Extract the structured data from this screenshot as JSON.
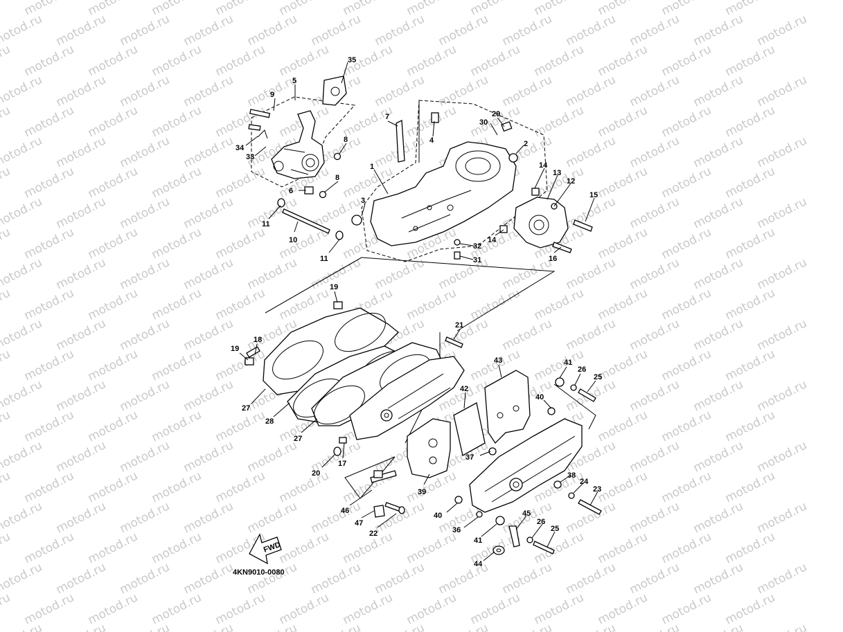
{
  "watermark": "motod.ru",
  "diagram_code": "4KN9010-0080",
  "fwd_label": "FWD",
  "callouts": {
    "c1": "1",
    "c2": "2",
    "c3": "3",
    "c4": "4",
    "c5": "5",
    "c6": "6",
    "c7": "7",
    "c8a": "8",
    "c8b": "8",
    "c9": "9",
    "c10": "10",
    "c11a": "11",
    "c11b": "11",
    "c12": "12",
    "c13": "13",
    "c14a": "14",
    "c14b": "14",
    "c15": "15",
    "c16": "16",
    "c17": "17",
    "c18": "18",
    "c19a": "19",
    "c19b": "19",
    "c20": "20",
    "c21": "21",
    "c22": "22",
    "c23": "23",
    "c24": "24",
    "c25a": "25",
    "c25b": "25",
    "c26a": "26",
    "c26b": "26",
    "c27a": "27",
    "c27b": "27",
    "c28": "28",
    "c29": "29",
    "c30": "30",
    "c31": "31",
    "c32": "32",
    "c33": "33",
    "c34": "34",
    "c35": "35",
    "c36": "36",
    "c37": "37",
    "c38": "38",
    "c39": "39",
    "c40a": "40",
    "c40b": "40",
    "c41a": "41",
    "c41b": "41",
    "c42": "42",
    "c43": "43",
    "c44": "44",
    "c45": "45",
    "c46": "46",
    "c47": "47"
  }
}
